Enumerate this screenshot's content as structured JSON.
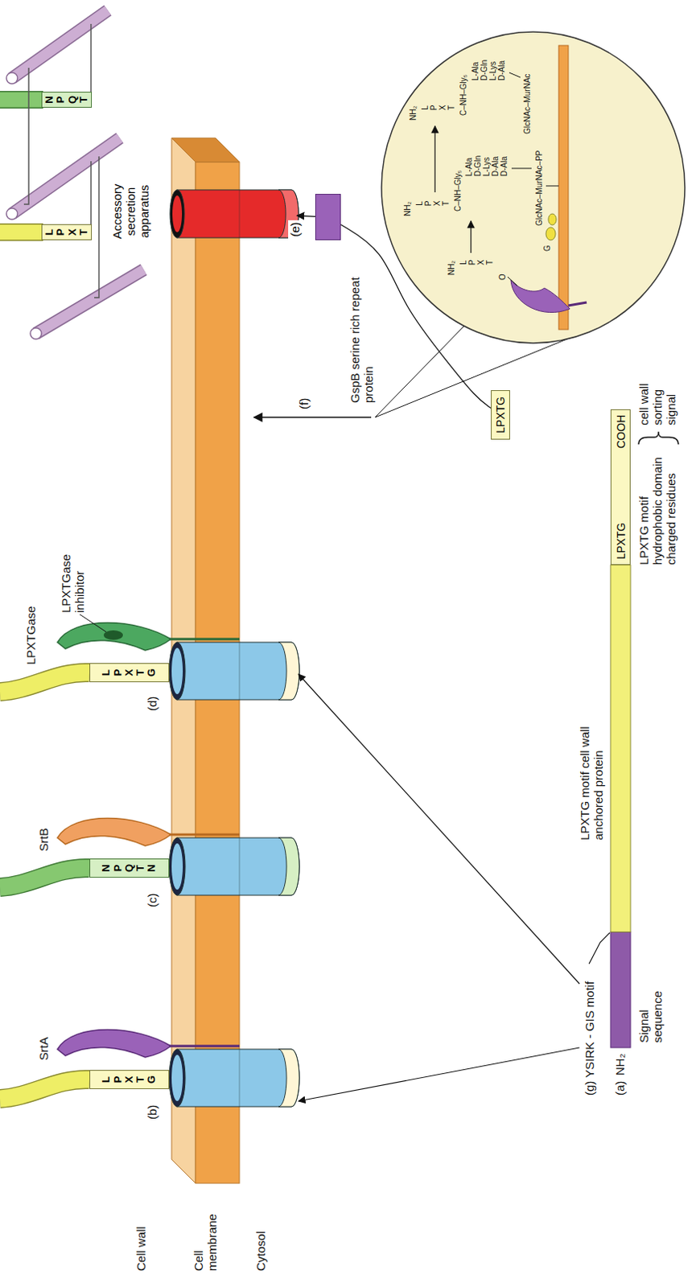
{
  "diagram": {
    "nodes": [
      {
        "text": [
          "LPXTG"
        ]
      },
      {
        "text": [
          "NPQTN"
        ]
      },
      {
        "text": [
          "LPXTG"
        ]
      },
      {
        "text": [
          "Accessory secretion apparatus"
        ]
      },
      {
        "text": [
          "GspB serine rich repeat protein"
        ]
      },
      {
        "text": [
          "LPXTG"
        ]
      },
      {
        "text": [
          "LPXT"
        ]
      },
      {
        "text": [
          "NPQT"
        ]
      },
      {
        "text": [
          "LPXTG",
          "COOH"
        ]
      }
    ],
    "edges": [
      {
        "from": 4,
        "to": 3,
        "arrow": "to",
        "label": "(e)"
      },
      {
        "from": 4,
        "to": 5,
        "arrow": "none"
      }
    ],
    "labels": [
      "Cell wall",
      "Cell membrane",
      "Cytosol",
      "(b)",
      "SrtA",
      "(c)",
      "SrtB",
      "(d)",
      "LPXTGase",
      "LPXTGase inhibitor",
      "(f)",
      "(g) YSIRK - GIS motif",
      "(a)",
      "NH₂",
      "Signal sequence",
      "LPXTG motif cell wall anchored protein",
      "LPXTG motif hydrophobic domain charged residues",
      "cell wall sorting signal",
      "NH₂",
      "LPXT",
      "O",
      "NH₂",
      "LPXT",
      "C–NH–Gly₅",
      "L-Ala D-Gln L-Lys D-Ala D-Ala",
      "GlcNAc–MurNAc–PP",
      "NH₂",
      "LPXT",
      "C–NH–Gly₅",
      "L-Ala D-Gln L-Lys D-Ala",
      "GlcNAc–MurNAc",
      "G"
    ]
  }
}
